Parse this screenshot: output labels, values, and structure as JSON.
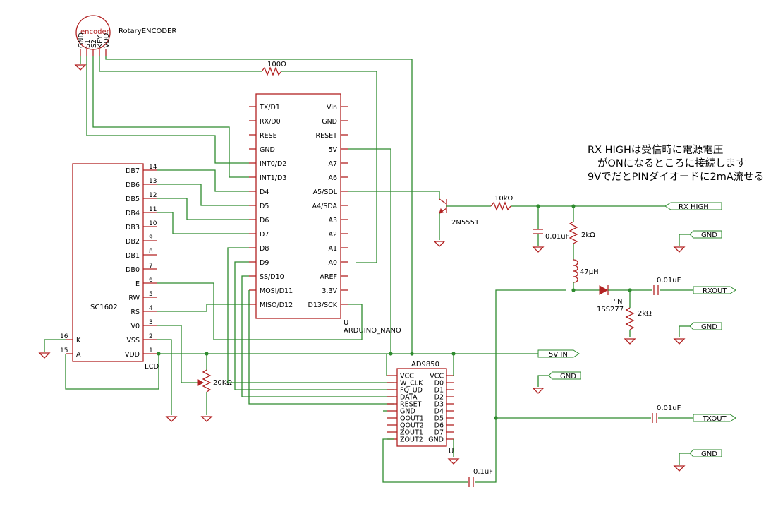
{
  "encoder": {
    "body_label": "encoder",
    "name": "RotaryENCODER",
    "pins": [
      "GND",
      "S1",
      "S2",
      "KEY",
      "VDD"
    ]
  },
  "resistor_100": "100Ω",
  "arduino": {
    "left_pins": [
      "TX/D1",
      "RX/D0",
      "RESET",
      "GND",
      "INT0/D2",
      "INT1/D3",
      "D4",
      "D5",
      "D6",
      "D7",
      "D8",
      "D9",
      "SS/D10",
      "MOSI/D11",
      "MISO/D12"
    ],
    "right_pins": [
      "Vin",
      "GND",
      "RESET",
      "5V",
      "A7",
      "A6",
      "A5/SDL",
      "A4/SDA",
      "A3",
      "A2",
      "A1",
      "A0",
      "AREF",
      "3.3V",
      "D13/SCK"
    ],
    "ref": "U",
    "name": "ARDUINO_NANO"
  },
  "lcd": {
    "name": "SC1602",
    "ref": "LCD",
    "right_pins": [
      "DB7",
      "DB6",
      "DB5",
      "DB4",
      "DB3",
      "DB2",
      "DB1",
      "DB0",
      "E",
      "RW",
      "RS",
      "V0",
      "VSS",
      "VDD"
    ],
    "right_nums": [
      "14",
      "13",
      "12",
      "11",
      "10",
      "9",
      "8",
      "7",
      "6",
      "5",
      "4",
      "3",
      "2",
      "1"
    ],
    "left_pins": [
      "K",
      "A"
    ],
    "left_nums": [
      "16",
      "15"
    ]
  },
  "ad9850": {
    "name": "AD9850",
    "ref": "U",
    "left_pins": [
      "VCC",
      "W_CLK",
      "FQ_UD",
      "DATA",
      "RESET",
      "GND",
      "QOUT1",
      "QOUT2",
      "ZOUT1",
      "ZOUT2"
    ],
    "right_pins": [
      "VCC",
      "D0",
      "D1",
      "D2",
      "D3",
      "D4",
      "D5",
      "D6",
      "D7",
      "GND"
    ]
  },
  "pot_label": "20KΩ",
  "transistor": "2N5551",
  "r_10k": "10kΩ",
  "cap_001_a": "0.01uF",
  "r_2k_a": "2kΩ",
  "inductor": "47μH",
  "diode_type": "PIN",
  "diode_part": "1SS277",
  "r_2k_b": "2kΩ",
  "cap_001_b": "0.01uF",
  "cap_001_c": "0.01uF",
  "cap_01": "0.1uF",
  "ports": {
    "rx_high": "RX HIGH",
    "rxout": "RXOUT",
    "txout": "TXOUT",
    "v5_in": "5V IN",
    "gnd1": "GND",
    "gnd2": "GND",
    "gnd3": "GND",
    "gnd4": "GND"
  },
  "note": [
    "RX HIGHは受信時に電源電圧",
    "がONになるところに接続します",
    "9VでだとPINダイオードに2mA流せる"
  ],
  "colors": {
    "wire": "#2e8b2e",
    "part": "#b22222"
  }
}
